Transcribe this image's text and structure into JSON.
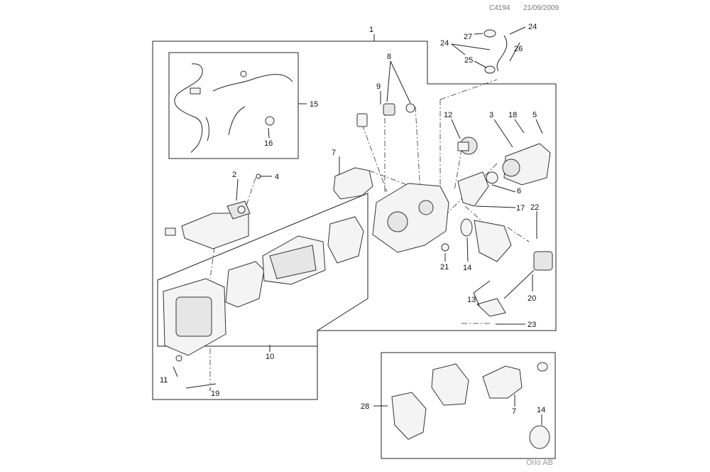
{
  "header": {
    "doc_id": "C4194",
    "date": "21/09/2009"
  },
  "footer": {
    "brand": "Orio AB"
  },
  "callouts": {
    "c1": "1",
    "c2": "2",
    "c3": "3",
    "c4": "4",
    "c5": "5",
    "c6": "6",
    "c7": "7",
    "c7b": "7",
    "c8": "8",
    "c9": "9",
    "c10": "10",
    "c11": "11",
    "c12": "12",
    "c13": "13",
    "c14": "14",
    "c14b": "14",
    "c15": "15",
    "c16": "16",
    "c17": "17",
    "c18": "18",
    "c19": "19",
    "c20": "20",
    "c21": "21",
    "c22": "22",
    "c23": "23",
    "c24a": "24",
    "c24b": "24",
    "c25": "25",
    "c26": "26",
    "c27": "27",
    "c28": "28"
  }
}
